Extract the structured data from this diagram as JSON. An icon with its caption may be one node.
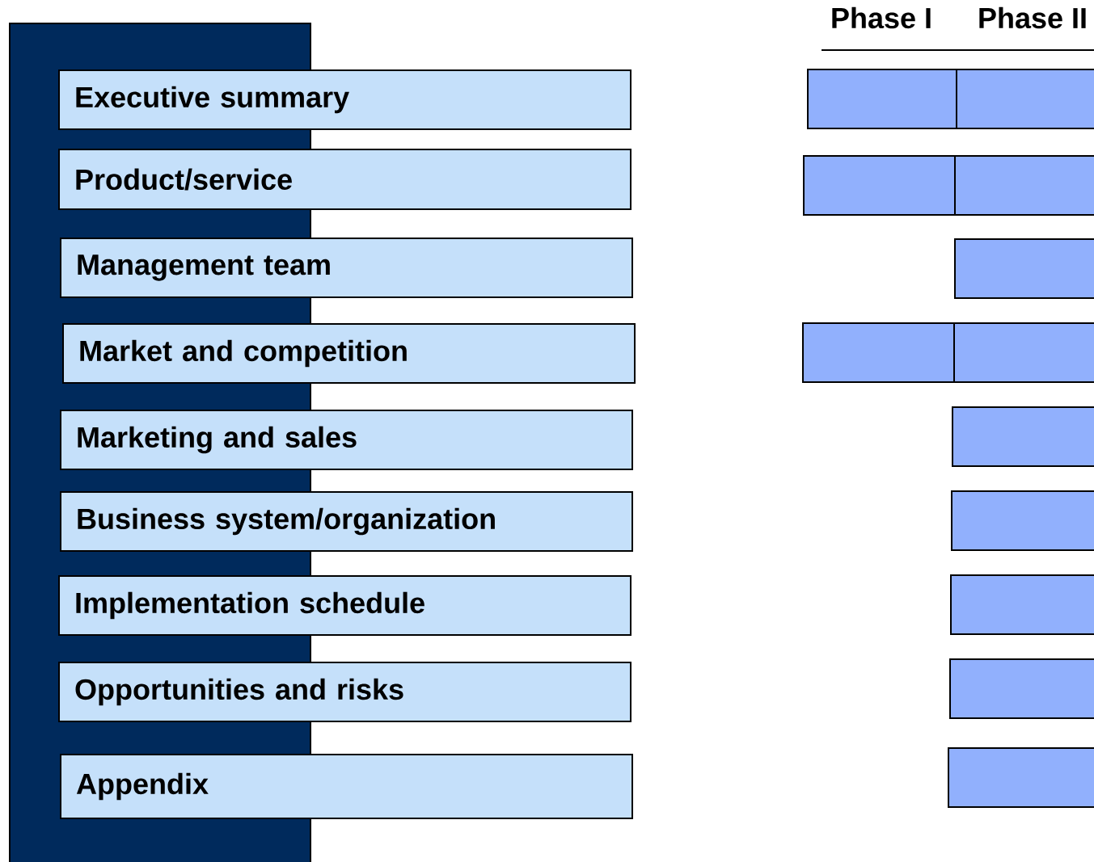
{
  "diagram": {
    "nodes": [
      {
        "text": [],
        "shape": "bar"
      },
      {
        "text": [
          "Executive summary"
        ]
      },
      {
        "text": [
          "Product/service"
        ]
      },
      {
        "text": [
          "Management team"
        ]
      },
      {
        "text": [
          "Market and competition"
        ]
      },
      {
        "text": [
          "Marketing and sales"
        ]
      },
      {
        "text": [
          "Business system/organization"
        ]
      },
      {
        "text": [
          "Implementation schedule"
        ]
      },
      {
        "text": [
          "Opportunities and risks"
        ]
      },
      {
        "text": [
          "Appendix"
        ]
      },
      {
        "text": [],
        "shape": "box"
      },
      {
        "text": [],
        "shape": "box"
      },
      {
        "text": [],
        "shape": "box"
      },
      {
        "text": [],
        "shape": "box"
      },
      {
        "text": [],
        "shape": "box"
      },
      {
        "text": [],
        "shape": "box"
      },
      {
        "text": [],
        "shape": "box"
      },
      {
        "text": [],
        "shape": "box"
      },
      {
        "text": [],
        "shape": "box"
      },
      {
        "text": [],
        "shape": "box"
      },
      {
        "text": [],
        "shape": "box"
      },
      {
        "text": [],
        "shape": "box"
      }
    ],
    "labels": [
      "Phase I",
      "Phase II"
    ]
  }
}
